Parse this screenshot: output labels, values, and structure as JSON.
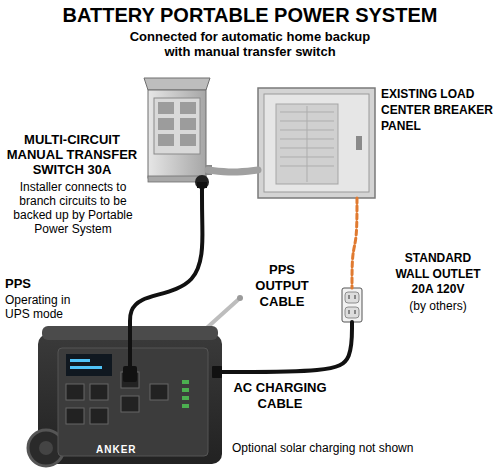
{
  "diagram": {
    "title": "BATTERY PORTABLE POWER SYSTEM",
    "nodes": [
      {
        "text": [
          "MULTI-CIRCUIT MANUAL TRANSFER SWITCH 30A",
          "Installer connects to branch circuits to be backed up by Portable Power System"
        ]
      },
      {
        "text": [
          "EXISTING LOAD CENTER BREAKER PANEL"
        ]
      },
      {
        "text": [
          "STANDARD WALL OUTLET 20A 120V",
          "(by others)"
        ]
      },
      {
        "text": [
          "PPS",
          "Operating in UPS mode"
        ]
      }
    ],
    "edges": [
      {
        "from": 0,
        "to": 3,
        "label": "PPS OUTPUT CABLE",
        "arrow": "none"
      },
      {
        "from": 2,
        "to": 3,
        "label": "AC CHARGING CABLE",
        "arrow": "none"
      },
      {
        "from": 1,
        "to": 2,
        "arrow": "none"
      },
      {
        "from": 0,
        "to": 1,
        "arrow": "none"
      }
    ],
    "labels": [
      "Connected for automatic home backup with manual transfer switch",
      "ANKER",
      "Optional solar charging not shown"
    ]
  }
}
